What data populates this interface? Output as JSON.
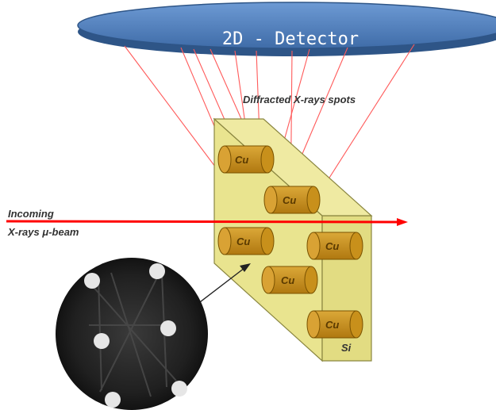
{
  "diagram": {
    "detector_label": "2D - Detector",
    "diffracted_label": "Diffracted X-rays spots",
    "incoming_label_line1": "Incoming",
    "incoming_label_line2": "X-rays μ-beam",
    "substrate_label": "Si",
    "cu_label": "Cu"
  },
  "colors": {
    "detector_fill": "#4a7ab8",
    "detector_edge": "#2e5587",
    "beam": "#ff0000",
    "diffraction_ray": "#ff5a5a",
    "si_fill": "#e9e48f",
    "si_edge": "#8a8640",
    "cu_fill": "#c8901b",
    "cu_edge": "#7a5200",
    "pattern_bg": "#1a1a1a",
    "spot": "#e6e6e6"
  }
}
